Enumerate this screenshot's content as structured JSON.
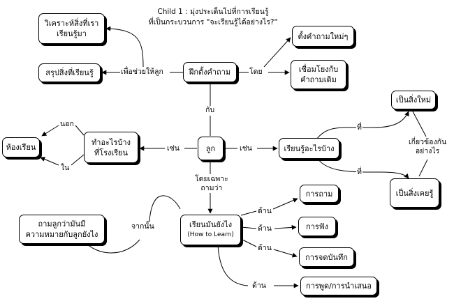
{
  "title": "Child 1 : มุ่งประเด็นไปที่การเรียนรู้\nที่เป็นกระบวนการ \"จะเรียนรู้ได้อย่างไร?\"",
  "nodes": {
    "center": "ลูก",
    "ask": "ฝึกตั้งคำถาม",
    "analyze": "วิเคราะห์สิ่งที่เรา\nเรียนรู้มา",
    "summarize": "สรุปสิ่งที่เรียนรู้",
    "new_q": "ตั้งคำถามใหม่ๆ",
    "link_q": "เชื่อมโยงกับ\nคำถามเดิม",
    "do_school": "ทำอะไรบ้าง\nที่โรงเรียน",
    "classroom": "ห้องเรียน",
    "learn_what": "เรียนรู้อะไรบ้าง",
    "new_thing": "เป็นสิ่งใหม่",
    "known_thing": "เป็นสิ่งเคยรู้",
    "how_learn": "เรียนมันยังไง",
    "how_learn_en": "(How to Learn)",
    "ask_child": "ถามลูกว่ามันมี\nความหมายกับลูกยังไง",
    "questioning": "การถาม",
    "listening": "การฟัง",
    "notes": "การจดบันทึก",
    "presenting": "การพูด/การนำเสนอ"
  },
  "links": {
    "to_help": "เพื่อช่วยให้ลูก",
    "by": "โดย",
    "with": "กับ",
    "such_as_left": "เช่น",
    "such_as_right": "เช่น",
    "outside": "นอก",
    "inside": "ใน",
    "that_top": "ที่",
    "that_bottom": "ที่",
    "related": "เกี่ยวข้องกัน\nอย่างไร",
    "especially": "โดยเฉพาะ\nถามว่า",
    "then": "จากนั้น",
    "aspect1": "ด้าน",
    "aspect2": "ด้าน",
    "aspect3": "ด้าน",
    "aspect4": "ด้าน"
  }
}
